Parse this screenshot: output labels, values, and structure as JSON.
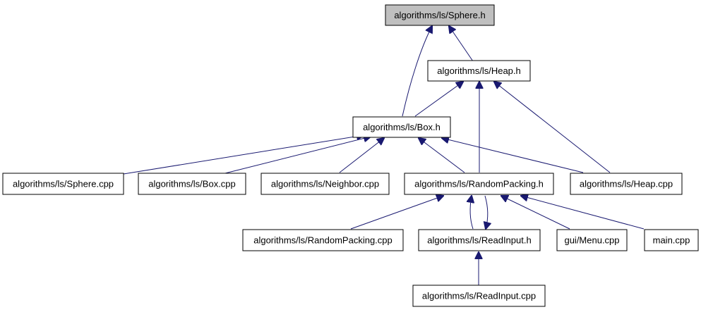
{
  "graph": {
    "edge_color": "#191970",
    "root_fill": "#bfbfbf",
    "nodes": [
      {
        "id": "sphere_h",
        "label": "algorithms/ls/Sphere.h"
      },
      {
        "id": "heap_h",
        "label": "algorithms/ls/Heap.h"
      },
      {
        "id": "box_h",
        "label": "algorithms/ls/Box.h"
      },
      {
        "id": "sphere_cpp",
        "label": "algorithms/ls/Sphere.cpp"
      },
      {
        "id": "box_cpp",
        "label": "algorithms/ls/Box.cpp"
      },
      {
        "id": "neighbor_cpp",
        "label": "algorithms/ls/Neighbor.cpp"
      },
      {
        "id": "randompacking_h",
        "label": "algorithms/ls/RandomPacking.h"
      },
      {
        "id": "heap_cpp",
        "label": "algorithms/ls/Heap.cpp"
      },
      {
        "id": "randompacking_cpp",
        "label": "algorithms/ls/RandomPacking.cpp"
      },
      {
        "id": "readinput_h",
        "label": "algorithms/ls/ReadInput.h"
      },
      {
        "id": "menu_cpp",
        "label": "gui/Menu.cpp"
      },
      {
        "id": "main_cpp",
        "label": "main.cpp"
      },
      {
        "id": "readinput_cpp",
        "label": "algorithms/ls/ReadInput.cpp"
      }
    ],
    "edges": [
      {
        "from": "heap_h",
        "to": "sphere_h"
      },
      {
        "from": "box_h",
        "to": "sphere_h"
      },
      {
        "from": "box_h",
        "to": "heap_h"
      },
      {
        "from": "randompacking_h",
        "to": "heap_h"
      },
      {
        "from": "heap_cpp",
        "to": "heap_h"
      },
      {
        "from": "sphere_cpp",
        "to": "box_h"
      },
      {
        "from": "box_cpp",
        "to": "box_h"
      },
      {
        "from": "neighbor_cpp",
        "to": "box_h"
      },
      {
        "from": "randompacking_h",
        "to": "box_h"
      },
      {
        "from": "heap_cpp",
        "to": "box_h"
      },
      {
        "from": "randompacking_cpp",
        "to": "randompacking_h"
      },
      {
        "from": "readinput_h",
        "to": "randompacking_h"
      },
      {
        "from": "randompacking_h",
        "to": "readinput_h"
      },
      {
        "from": "menu_cpp",
        "to": "randompacking_h"
      },
      {
        "from": "main_cpp",
        "to": "randompacking_h"
      },
      {
        "from": "readinput_cpp",
        "to": "readinput_h"
      }
    ]
  }
}
